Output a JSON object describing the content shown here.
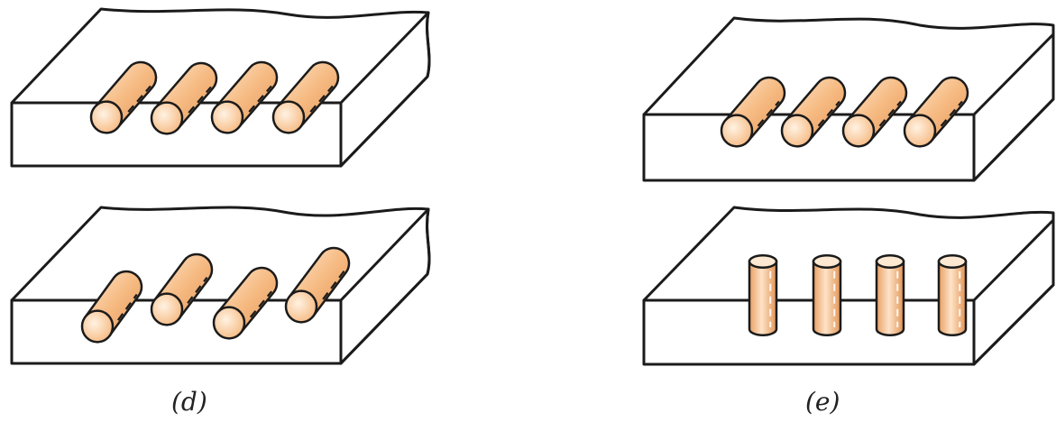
{
  "panels": [
    {
      "id": "d",
      "caption": "(d)"
    },
    {
      "id": "e",
      "caption": "(e)"
    }
  ],
  "blocks": [
    {
      "panel": "d",
      "position": "top",
      "fiber_orientation": "aligned-horizontal",
      "fiber_count": 4
    },
    {
      "panel": "d",
      "position": "bottom",
      "fiber_orientation": "staggered-horizontal",
      "fiber_count": 4
    },
    {
      "panel": "e",
      "position": "top",
      "fiber_orientation": "aligned-horizontal",
      "fiber_count": 4
    },
    {
      "panel": "e",
      "position": "bottom",
      "fiber_orientation": "vertical",
      "fiber_count": 4
    }
  ],
  "colors": {
    "top_face": "#c0cfe6",
    "front_face": "#98b1d6",
    "side_face": "#86a0cc",
    "fiber_light": "#fde7cf",
    "fiber_mid": "#f6bb83",
    "fiber_dark": "#e39556",
    "outline": "#1b1b1b"
  }
}
